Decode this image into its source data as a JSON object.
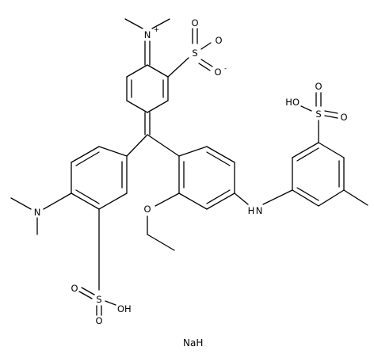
{
  "molecule": {
    "labels": {
      "n_dimethyliminium": "N",
      "n_charge": "+",
      "s_top": "S",
      "o_top_upper": "O",
      "o_top_right": "O",
      "o_top_lower": "O",
      "o_top_charge": "-",
      "n_dimethylamino": "N",
      "s_bottom": "S",
      "o_bottom_upper": "O",
      "o_bottom_left": "O",
      "oh_bottom": "OH",
      "o_ethoxy": "O",
      "nh": "H",
      "nh_n": "N",
      "ho_right": "HO",
      "s_right": "S",
      "o_right_upper": "O",
      "o_right_right": "O",
      "counter_ion": "NaH"
    }
  }
}
